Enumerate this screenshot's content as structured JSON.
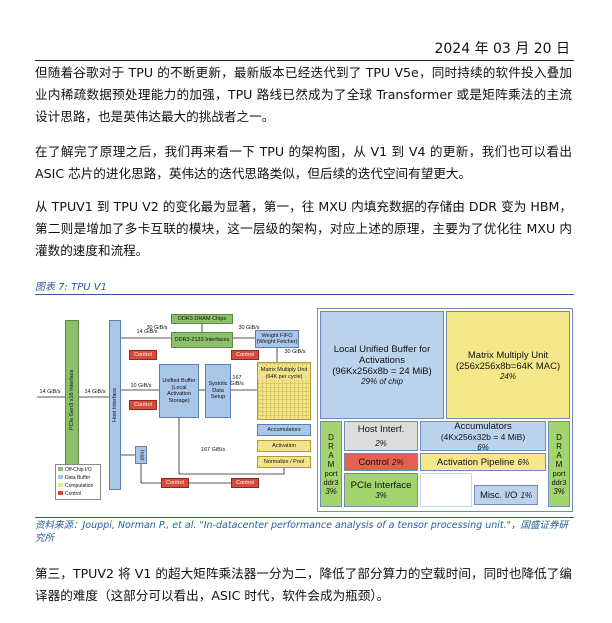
{
  "header": {
    "date": "2024 年 03 月 20 日"
  },
  "paragraphs": [
    "但随着谷歌对于 TPU 的不断更新，最新版本已经迭代到了 TPU V5e，同时持续的软件投入叠加业内稀疏数据预处理能力的加强，TPU 路线已然成为了全球 Transformer 或是矩阵乘法的主流设计思路，也是英伟达最大的挑战者之一。",
    "在了解完了原理之后，我们再来看一下 TPU 的架构图，从 V1 到 V4 的更新，我们也可以看出 ASIC 芯片的进化思路，英伟达的迭代思路类似，但后续的迭代空间有望更大。",
    "从 TPUV1 到 TPU V2 的变化最为显著，第一，往 MXU 内填充数据的存储由 DDR 变为 HBM，第二则是增加了多卡互联的模块，这一层级的架构，对应上述的原理，主要为了优化往 MXU 内灌数的速度和流程。",
    "第三，TPUV2 将 V1 的超大矩阵乘法器一分为二，降低了部分算力的空载时间，同时也降低了编译器的难度（这部分可以看出，ASIC 时代，软件会成为瓶颈）。"
  ],
  "figure": {
    "caption": "图表 7:  TPU V1",
    "source": "资料来源：Jouppi, Norman P., et al. \"In-datacenter performance analysis of a tensor processing unit.\"，国盛证券研究所",
    "block_diagram": {
      "dram_chips": "DDR3 DRAM Chips",
      "bw_30_a": "30 GiB/s",
      "bw_30_b": "30 GiB/s",
      "bw_30_c": "30 GiB/s",
      "bw_14_a": "14 GiB/s",
      "bw_14_b": "14 GiB/s",
      "bw_14_c": "14 GiB/s",
      "bw_10": "10 GiB/s",
      "bw_167_a": "167 GiB/s",
      "bw_167_b": "167 GiB/s",
      "ddr_interfaces": "DDR3-2133 Interfaces",
      "weight_fifo": "Weight FIFO (Weight Fetcher)",
      "pcie_interface": "PCIe Gen3 x16 Interface",
      "host_interface": "Host Interface",
      "control": "Control",
      "unified_buffer": "Unified Buffer (Local Activation Storage)",
      "systolic": "Systolic Data Setup",
      "mmu": "Matrix Multiply Unit (64K per cycle)",
      "accumulators": "Accumulators",
      "activation": "Activation",
      "normalize": "Normalize / Pool",
      "instr": "Instr",
      "legend": [
        "Off-Chip I/O",
        "Data Buffer",
        "Computation",
        "Control"
      ]
    },
    "floorplan": {
      "lub": "Local Unified Buffer for Activations",
      "lub_size": "(96Kx256x8b = 24 MiB)",
      "lub_pct": "29% of chip",
      "mmu": "Matrix Multiply Unit",
      "mmu_size": "(256x256x8b=64K MAC)",
      "mmu_pct": "24%",
      "host": "Host Interf.",
      "host_pct": "2%",
      "acc": "Accumulators",
      "acc_size": "(4Kx256x32b = 4 MiB)",
      "acc_pct": "6%",
      "control": "Control",
      "control_pct": "2%",
      "act_pipe": "Activation Pipeline",
      "act_pipe_pct": "6%",
      "dram": "D R A M",
      "dram_port": "port ddr3",
      "dram_pct": "3%",
      "pcie": "PCIe Interface",
      "pcie_pct": "3%",
      "misc": "Misc. I/O",
      "misc_pct": "1%"
    },
    "colors": {
      "offchip": "#8bbf6a",
      "buffer": "#a9c6e8",
      "compute": "#f2e28a",
      "control": "#d84a3a",
      "fp_blue": "#bcd3ee",
      "fp_gray": "#dcdcdc",
      "fp_green": "#a4d46e",
      "fp_yellow": "#f5e88a",
      "fp_red": "#e56052"
    }
  }
}
